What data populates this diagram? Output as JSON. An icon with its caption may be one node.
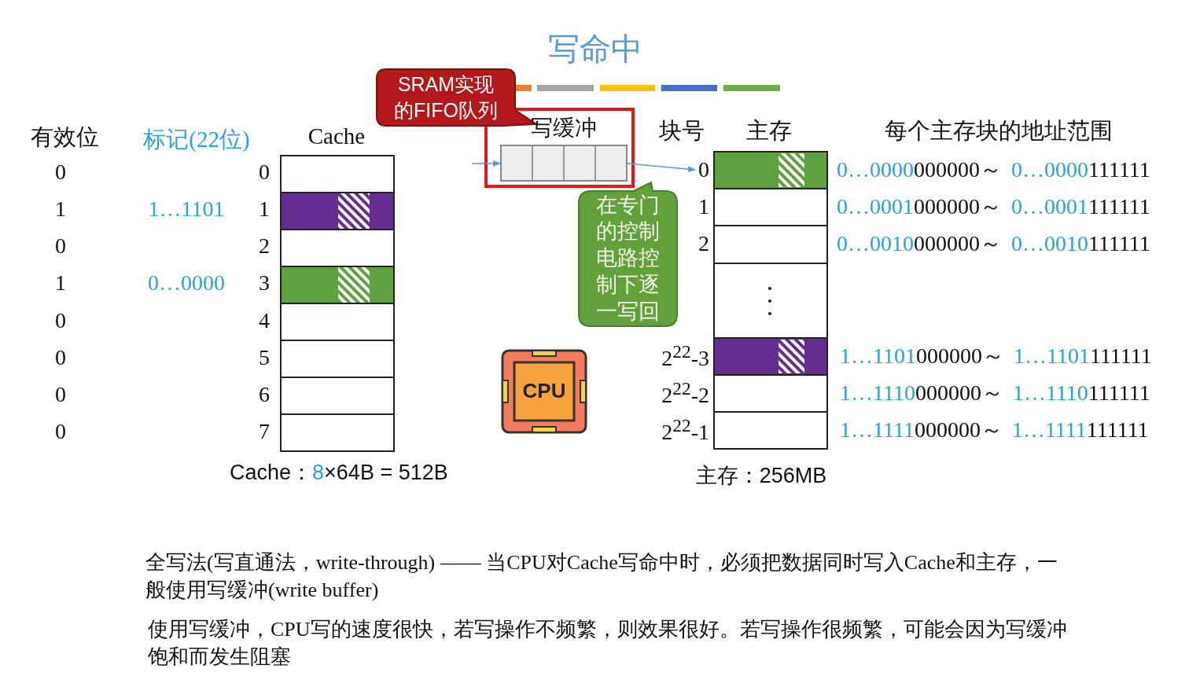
{
  "diagram": {
    "title": "写命中",
    "nodes": [
      {
        "text": [
          "SRAM实现的FIFO队列"
        ]
      },
      {
        "text": [
          "写缓冲"
        ]
      },
      {
        "text": [
          "在专门的控制电路控制下逐一写回"
        ]
      },
      {
        "text": [
          "0"
        ]
      }
    ],
    "edges": [
      {
        "from": null,
        "to": 1,
        "arrow": "to"
      },
      {
        "from": 1,
        "to": 3,
        "arrow": "to"
      }
    ],
    "labels": [
      "有效位",
      "标记(22位)",
      "Cache",
      "块号",
      "主存",
      "每个主存块的地址范围",
      "0",
      "0",
      "1",
      "1…1101",
      "1",
      "0",
      "2",
      "1",
      "0…0000",
      "3",
      "0",
      "4",
      "0",
      "5",
      "0",
      "6",
      "0",
      "7",
      "0…0000",
      "000000～",
      "0…0000",
      "111111",
      "1",
      "0…0001",
      "000000～",
      "0…0001",
      "111111",
      "2",
      "0…0010",
      "000000～",
      "0…0010",
      "111111",
      "2$^{22}$-3",
      "1…1101",
      "000000～",
      "1…1101",
      "111111",
      "2$^{22}$-2",
      "1…1110",
      "000000～",
      "1…1110",
      "111111",
      "2$^{22}$-1",
      "1…1111",
      "000000～",
      "1…1111",
      "111111",
      "Cache：",
      "8",
      "×64B = 512B",
      "主存：256MB",
      "CPU",
      "全写法(写直通法，write-through) —— 当CPU对Cache写命中时，必须把数据同时写入Cache和主存，一般使用写缓冲(write buffer)",
      "使用写缓冲，CPU写的速度很快，若写操作不频繁，则效果很好。若写操作很频繁，可能会因为写缓冲饱和而发生阻塞"
    ]
  }
}
